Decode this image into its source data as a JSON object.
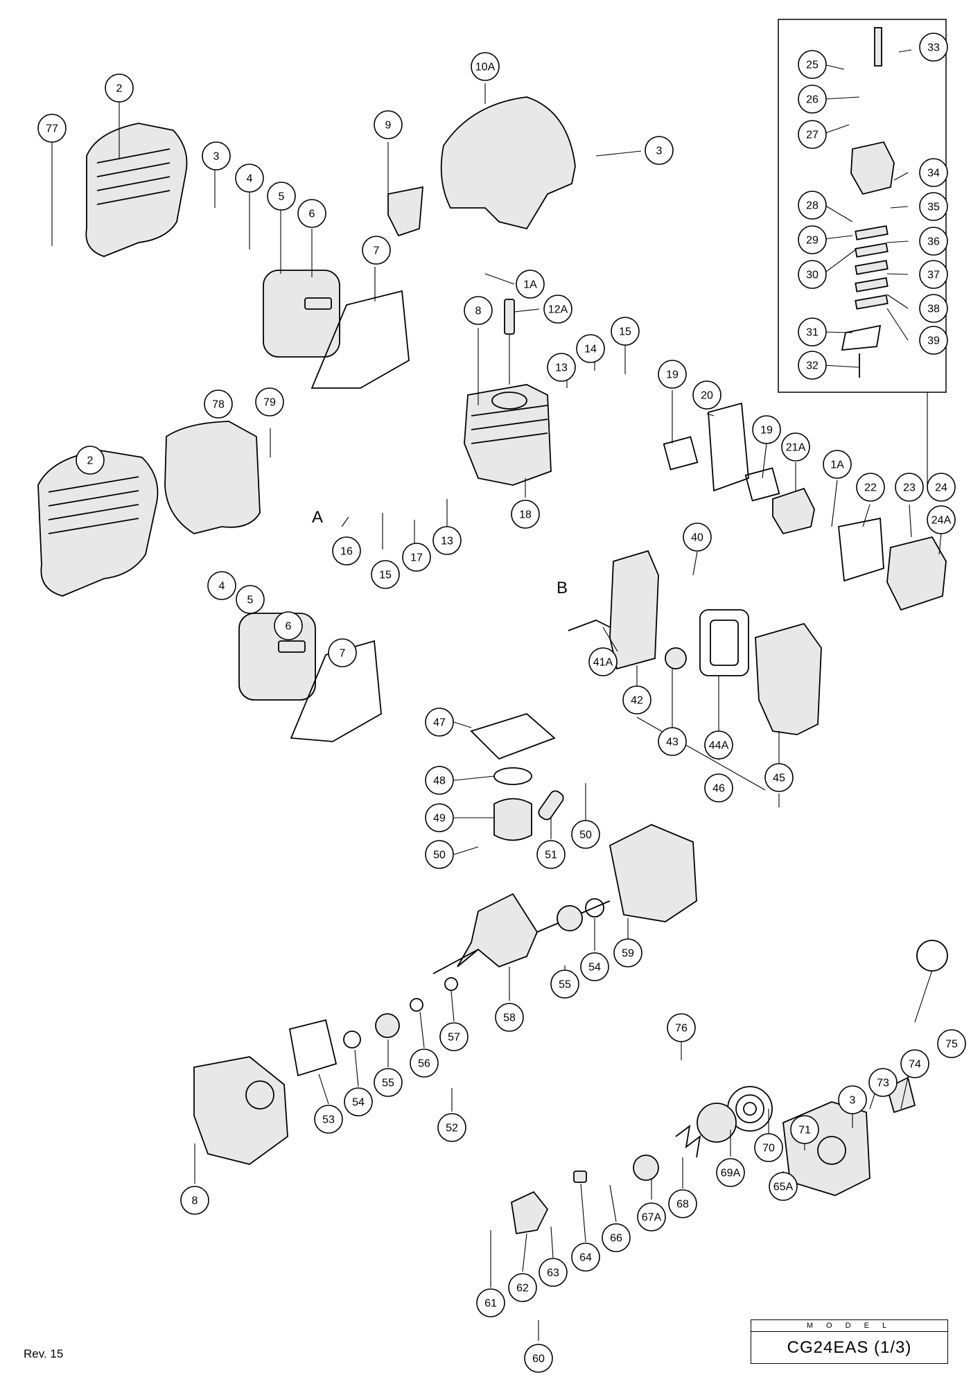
{
  "section_letters": {
    "a": "A",
    "b": "B"
  },
  "callouts": [
    {
      "label": "77"
    },
    {
      "label": "2"
    },
    {
      "label": "3"
    },
    {
      "label": "4"
    },
    {
      "label": "5"
    },
    {
      "label": "6"
    },
    {
      "label": "7"
    },
    {
      "label": "9"
    },
    {
      "label": "10A"
    },
    {
      "label": "3"
    },
    {
      "label": "1A"
    },
    {
      "label": "8"
    },
    {
      "label": "12A"
    },
    {
      "label": "13"
    },
    {
      "label": "14"
    },
    {
      "label": "15"
    },
    {
      "label": "78"
    },
    {
      "label": "79"
    },
    {
      "label": "2"
    },
    {
      "label": "16"
    },
    {
      "label": "15"
    },
    {
      "label": "17"
    },
    {
      "label": "13"
    },
    {
      "label": "18"
    },
    {
      "label": "4"
    },
    {
      "label": "5"
    },
    {
      "label": "6"
    },
    {
      "label": "7"
    },
    {
      "label": "19"
    },
    {
      "label": "20"
    },
    {
      "label": "19"
    },
    {
      "label": "21A"
    },
    {
      "label": "1A"
    },
    {
      "label": "22"
    },
    {
      "label": "23"
    },
    {
      "label": "24"
    },
    {
      "label": "24A"
    },
    {
      "label": "40"
    },
    {
      "label": "41A"
    },
    {
      "label": "42"
    },
    {
      "label": "43"
    },
    {
      "label": "44A"
    },
    {
      "label": "45"
    },
    {
      "label": "46"
    },
    {
      "label": "47"
    },
    {
      "label": "48"
    },
    {
      "label": "49"
    },
    {
      "label": "50"
    },
    {
      "label": "50"
    },
    {
      "label": "51"
    },
    {
      "label": "33"
    },
    {
      "label": "25"
    },
    {
      "label": "26"
    },
    {
      "label": "27"
    },
    {
      "label": "34"
    },
    {
      "label": "35"
    },
    {
      "label": "28"
    },
    {
      "label": "29"
    },
    {
      "label": "30"
    },
    {
      "label": "36"
    },
    {
      "label": "37"
    },
    {
      "label": "38"
    },
    {
      "label": "39"
    },
    {
      "label": "31"
    },
    {
      "label": "32"
    },
    {
      "label": "54"
    },
    {
      "label": "59"
    },
    {
      "label": "55"
    },
    {
      "label": "58"
    },
    {
      "label": "57"
    },
    {
      "label": "56"
    },
    {
      "label": "55"
    },
    {
      "label": "54"
    },
    {
      "label": "53"
    },
    {
      "label": "52"
    },
    {
      "label": "8"
    },
    {
      "label": "76"
    },
    {
      "label": "75"
    },
    {
      "label": "74"
    },
    {
      "label": "73"
    },
    {
      "label": "3"
    },
    {
      "label": "71"
    },
    {
      "label": "70"
    },
    {
      "label": "69A"
    },
    {
      "label": "65A"
    },
    {
      "label": "68"
    },
    {
      "label": "67A"
    },
    {
      "label": "66"
    },
    {
      "label": "64"
    },
    {
      "label": "63"
    },
    {
      "label": "62"
    },
    {
      "label": "61"
    },
    {
      "label": "60"
    }
  ],
  "revision": "Rev. 15",
  "model": {
    "header": "M O D E L",
    "name": "CG24EAS (1/3)"
  }
}
